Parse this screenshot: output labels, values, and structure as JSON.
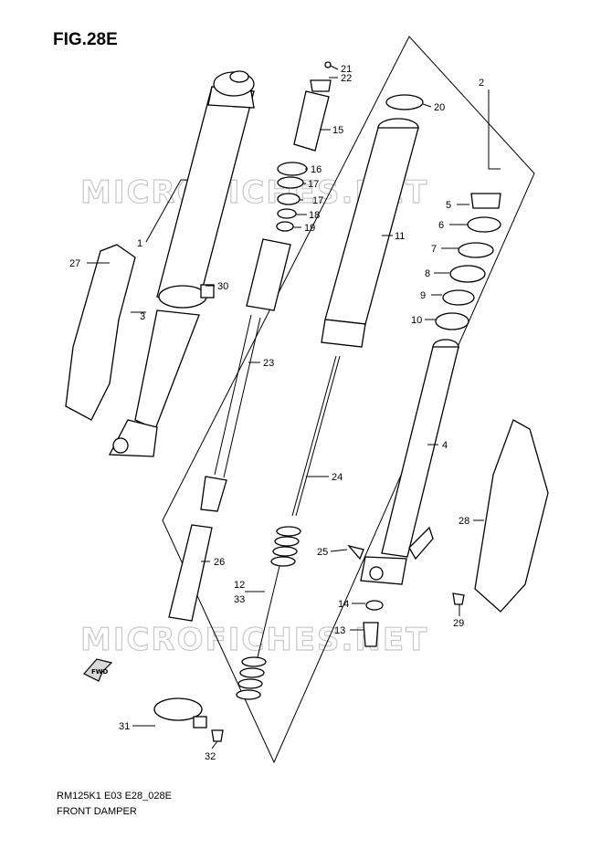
{
  "figure": {
    "title": "FIG.28E",
    "model_code": "RM125K1 E03 E28_028E",
    "name": "FRONT DAMPER"
  },
  "watermarks": [
    "MICROFICHES.NET",
    "MICROFICHES.NET"
  ],
  "fwd_label": "FWD",
  "callouts": {
    "c1": "1",
    "c2": "2",
    "c3": "3",
    "c4": "4",
    "c5": "5",
    "c6": "6",
    "c7": "7",
    "c8": "8",
    "c9": "9",
    "c10": "10",
    "c11": "11",
    "c12": "12",
    "c13": "13",
    "c14": "14",
    "c15": "15",
    "c16": "16",
    "c17a": "17",
    "c17b": "17",
    "c18": "18",
    "c19": "19",
    "c20": "20",
    "c21": "21",
    "c22": "22",
    "c23": "23",
    "c24": "24",
    "c25": "25",
    "c26": "26",
    "c27": "27",
    "c28": "28",
    "c29": "29",
    "c30": "30",
    "c31": "31",
    "c32": "32",
    "c33": "33"
  }
}
